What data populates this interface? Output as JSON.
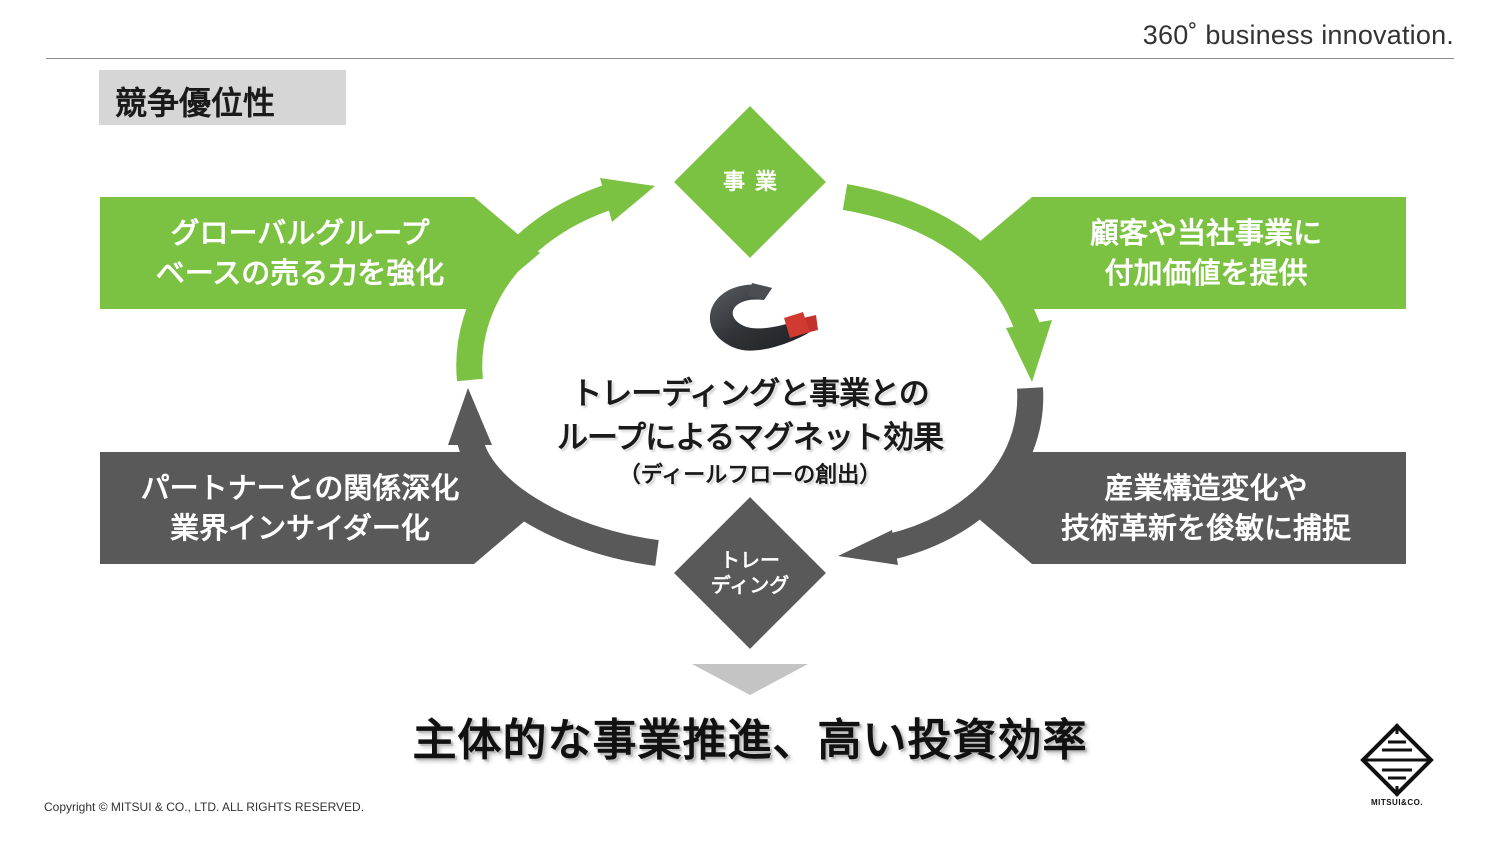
{
  "header": {
    "tagline": "360˚ business innovation."
  },
  "title": "競争優位性",
  "boxes": {
    "top_left": {
      "lines": [
        "グローバルグループ",
        "ベースの売る力を強化"
      ],
      "color": "#7cc242"
    },
    "top_right": {
      "lines": [
        "顧客や当社事業に",
        "付加価値を提供"
      ],
      "color": "#7cc242"
    },
    "bottom_left": {
      "lines": [
        "パートナーとの関係深化",
        "業界インサイダー化"
      ],
      "color": "#595959"
    },
    "bottom_right": {
      "lines": [
        "産業構造変化や",
        "技術革新を俊敏に捕捉"
      ],
      "color": "#595959"
    }
  },
  "diamonds": {
    "top": {
      "label": "事業",
      "color": "#7cc242"
    },
    "bottom": {
      "lines": [
        "トレー",
        "ディング"
      ],
      "color": "#595959"
    }
  },
  "center": {
    "line1": "トレーディングと事業との",
    "line2": "ループによるマグネット効果",
    "line3": "（ディールフローの創出）",
    "icon": "magnet-icon"
  },
  "conclusion": "主体的な事業推進、高い投資効率",
  "footer": {
    "copyright": "Copyright © MITSUI & CO., LTD. ALL RIGHTS RESERVED.",
    "logo_text": "MITSUI&CO."
  },
  "colors": {
    "green": "#7cc242",
    "gray": "#595959",
    "title_bg": "#d6d6d6",
    "down_arrow": "#c4c4c4"
  }
}
